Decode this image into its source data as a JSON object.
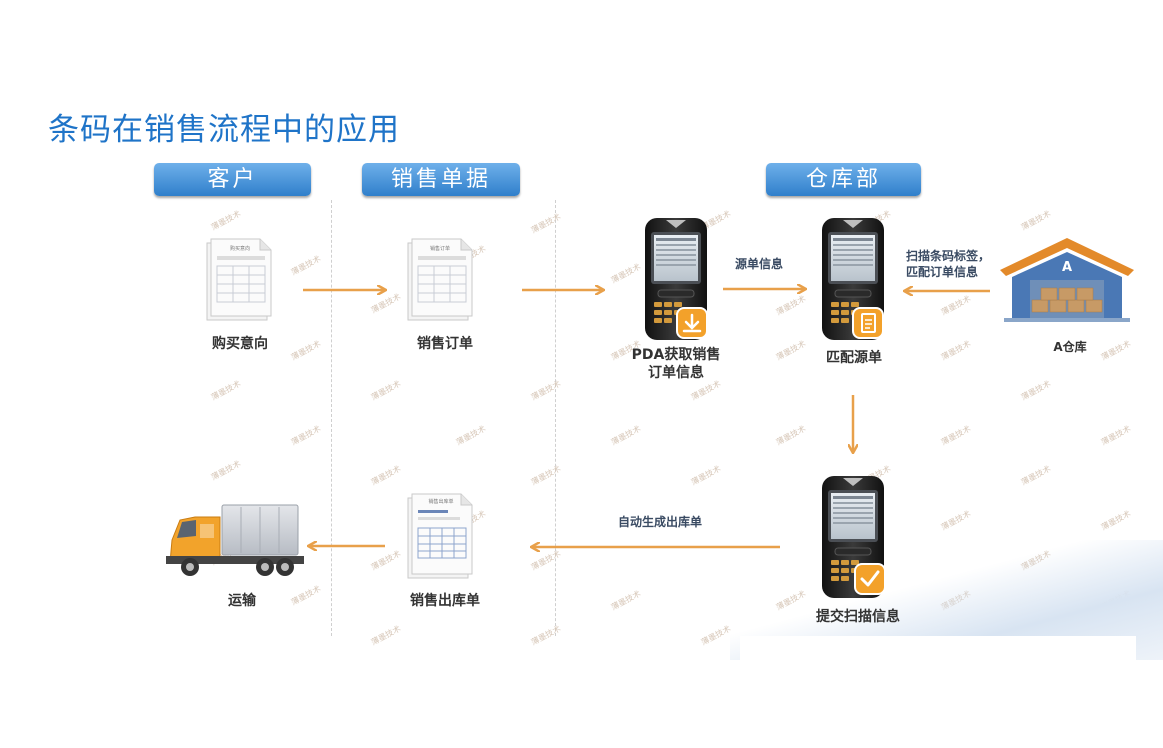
{
  "page": {
    "title": "条码在销售流程中的应用"
  },
  "headers": {
    "customer": "客户",
    "sales_docs": "销售单据",
    "warehouse": "仓库部"
  },
  "docs": {
    "purchase_intent_heading": "购买意向",
    "sales_order_heading": "销售订单",
    "sales_outbound_heading": "销售出库单"
  },
  "nodes": {
    "purchase_intent": "购买意向",
    "sales_order": "销售订单",
    "pda_get_line1": "PDA获取销售",
    "pda_get_line2": "订单信息",
    "match_source": "匹配源单",
    "warehouse_a": "A仓库",
    "warehouse_sign": "A",
    "submit_scan": "提交扫描信息",
    "sales_outbound": "销售出库单",
    "transport": "运输"
  },
  "notes": {
    "source_info": "源单信息",
    "scan_line1": "扫描条码标签，",
    "scan_line2": "匹配订单信息",
    "auto_generate": "自动生成出库单"
  },
  "colors": {
    "title_blue": "#1f74c8",
    "header_blue": "#2f7fcb",
    "arrow_orange": "#e8a04a",
    "badge_orange": "#f3a12a",
    "truck_orange": "#f2a32b",
    "roof_orange": "#e38a2a",
    "wall_blue": "#4a78b5"
  },
  "icons": {
    "document": "document-icon",
    "pda": "pda-device-icon",
    "download": "download-icon",
    "clipboard": "clipboard-icon",
    "check": "check-icon",
    "truck": "truck-icon",
    "warehouse": "warehouse-icon"
  }
}
